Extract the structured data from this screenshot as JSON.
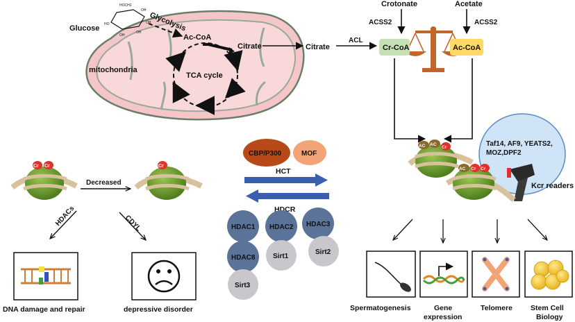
{
  "metabolism": {
    "glucose": "Glucose",
    "glycolysis": "Glycolysis",
    "acetyl_coa": "Ac-CoA",
    "citrate_inner": "Citrate",
    "tca_cycle": "TCA cycle",
    "mitochondria": "mitochondria",
    "citrate_outer": "Citrate",
    "acl": "ACL",
    "glucose_ring_labels": [
      "HOCH2",
      "OH",
      "HO",
      "OH",
      "OH",
      "OH"
    ]
  },
  "precursors": {
    "crotonate": "Crotonate",
    "acetate": "Acetate",
    "acss2_left": "ACSS2",
    "acss2_right": "ACSS2",
    "cr_coa": "Cr-CoA",
    "ac_coa": "Ac-CoA"
  },
  "nucleosomes": {
    "cr_tag": "Cr",
    "ac_tag": "AC",
    "decreased": "Decreased",
    "hdacs": "HDACs",
    "cdyl": "CDYL"
  },
  "outcomes_left": {
    "dna_damage": "DNA damage and repair",
    "depressive": "depressive disorder"
  },
  "enzymes": {
    "cbp_p300": "CBP/P300",
    "mof": "MOF",
    "hct": "HCT",
    "hdcr": "HDCR",
    "hdac1": "HDAC1",
    "hdac2": "HDAC2",
    "hdac3": "HDAC3",
    "hdac8": "HDAC8",
    "sirt1": "Sirt1",
    "sirt2": "Sirt2",
    "sirt3": "Sirt3"
  },
  "readers": {
    "line1": "Taf14, AF9, YEATS2,",
    "line2": "MOZ,DPF2",
    "label": "Kcr readers"
  },
  "outcomes_right": {
    "spermatogenesis": "Spermatogenesis",
    "gene_line1": "Gene",
    "gene_line2": "expression",
    "telomere": "Telomere",
    "stem_line1": "Stem Cell",
    "stem_line2": "Biology"
  },
  "colors": {
    "mito_outer": "#f5c6c8",
    "mito_inner": "#f8d8d9",
    "cr_coa_fill": "#c5e0b4",
    "ac_coa_fill": "#ffd966",
    "balance": "#c0662a",
    "cbp_p300": "#b84a1a",
    "mof": "#f2a477",
    "hct_arrow": "#3a5fb0",
    "hdac_dark": "#5b7399",
    "sirt_light": "#c8c8cc",
    "reader_ellipse": "#cfe4f7",
    "nucleosome_green": "#6a9a2e",
    "cr_tag": "#e0322a",
    "ac_tag": "#8a6a2a"
  }
}
